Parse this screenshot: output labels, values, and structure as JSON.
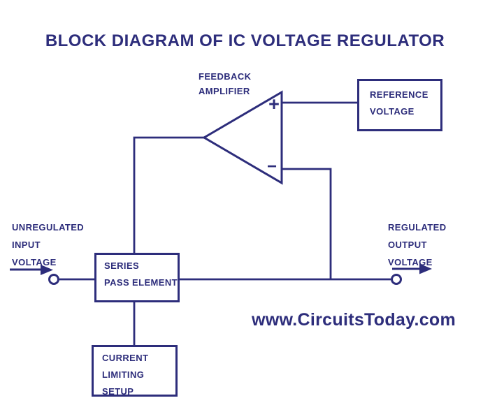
{
  "colors": {
    "ink": "#2D2D7B",
    "background": "#FFFFFF"
  },
  "title": "BLOCK DIAGRAM OF IC VOLTAGE REGULATOR",
  "amplifier": {
    "label": {
      "line1": "FEEDBACK",
      "line2": "AMPLIFIER"
    },
    "plus_symbol": "+",
    "minus_symbol": "−"
  },
  "blocks": {
    "reference_voltage": {
      "line1": "REFERENCE",
      "line2": "VOLTAGE"
    },
    "series_pass_element": {
      "line1": "SERIES",
      "line2": "PASS ELEMENT"
    },
    "current_limiting_setup": {
      "line1": "CURRENT",
      "line2": "LIMITING",
      "line3": "SETUP"
    }
  },
  "input_terminal_label": {
    "line1": "UNREGULATED",
    "line2": "INPUT",
    "line3": "VOLTAGE"
  },
  "output_terminal_label": {
    "line1": "REGULATED",
    "line2": "OUTPUT",
    "line3": "VOLTAGE"
  },
  "watermark": "www.CircuitsToday.com"
}
